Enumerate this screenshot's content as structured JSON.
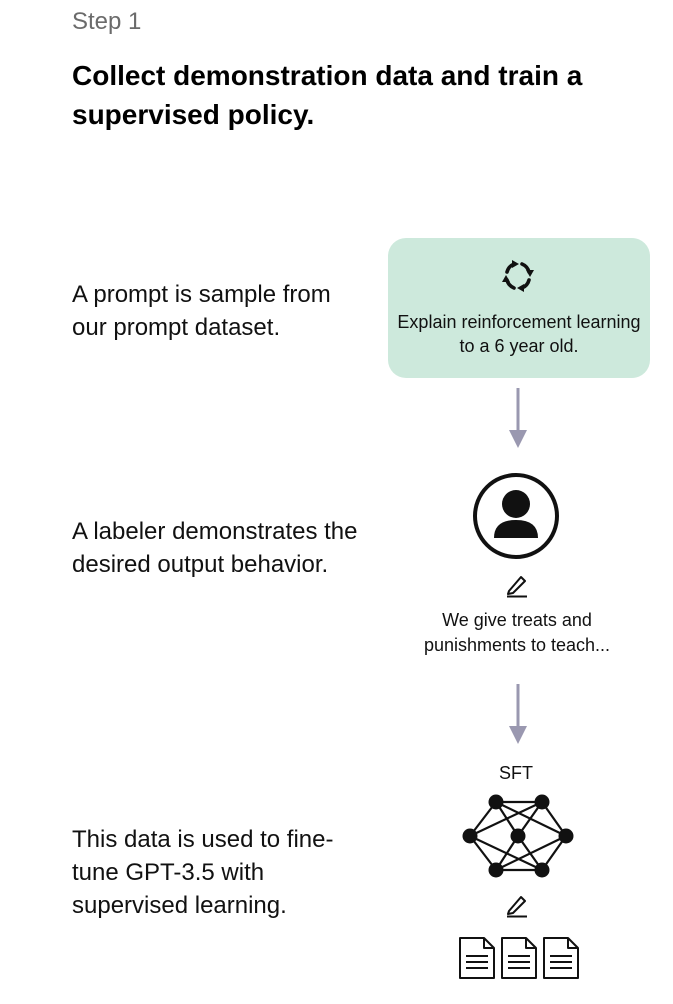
{
  "step": {
    "label": "Step 1"
  },
  "heading": {
    "title": "Collect demonstration data and train a supervised policy."
  },
  "rows": [
    {
      "description": "A prompt is sample from our prompt dataset."
    },
    {
      "description": "A labeler demonstrates the desired output behavior."
    },
    {
      "description": "This data is used to fine-tune GPT-3.5 with supervised learning."
    }
  ],
  "prompt_card": {
    "text": "Explain reinforcement learning to a 6 year old.",
    "color": "#cde9dc",
    "icon": "refresh-icon"
  },
  "labeler": {
    "icon": "person-icon",
    "edit_icon": "pencil-icon",
    "output_text": "We give treats and punishments to teach..."
  },
  "model": {
    "label": "SFT",
    "icon": "neural-network-icon",
    "edit_icon": "pencil-icon",
    "docs_icon": "document-icon"
  },
  "colors": {
    "arrow": "#9a98b0",
    "card": "#cde9dc",
    "text": "#111111",
    "muted": "#6b6b6b"
  }
}
